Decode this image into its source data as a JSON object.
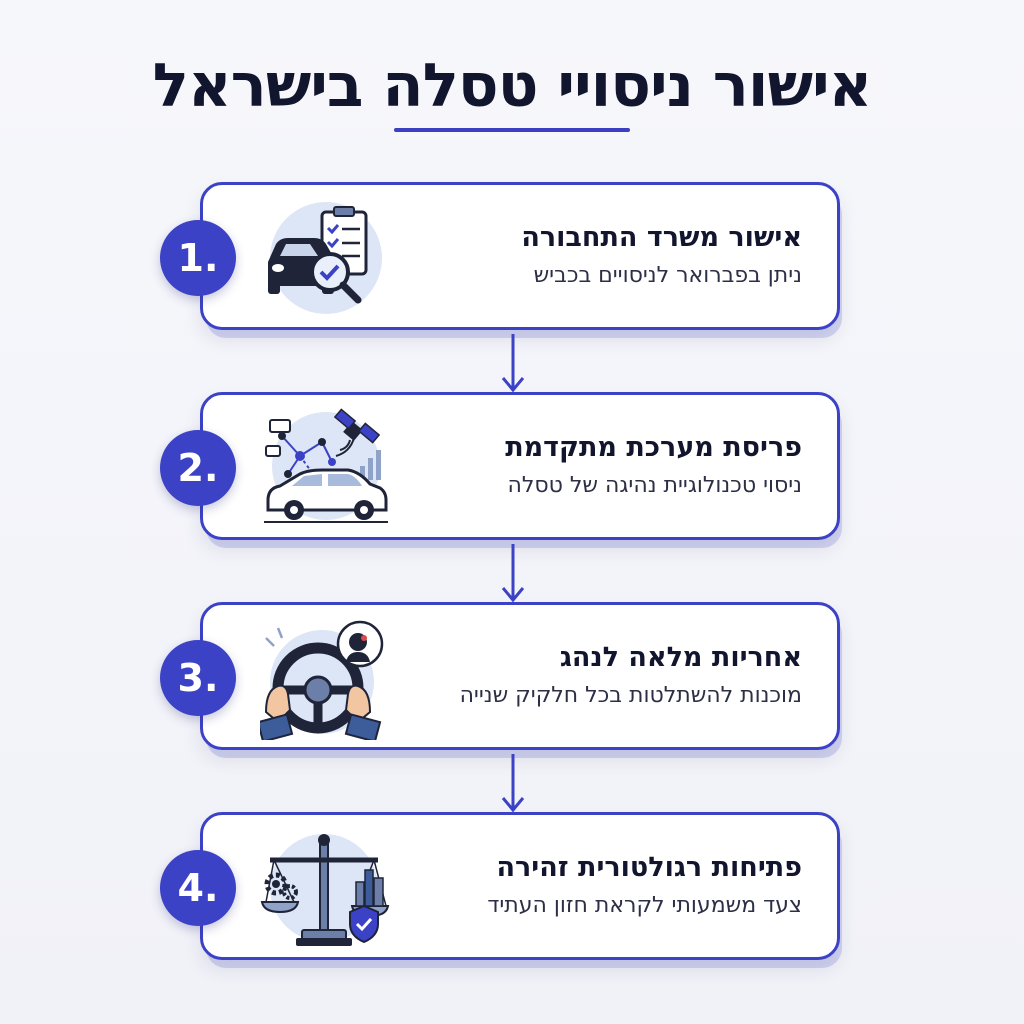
{
  "title": "אישור ניסויי טסלה בישראל",
  "colors": {
    "accent": "#3c42c6",
    "dark": "#12152e",
    "icon_bg": "#dde6f6"
  },
  "steps": [
    {
      "number": "1.",
      "heading": "אישור משרד התחבורה",
      "subtext": "ניתן בפברואר לניסויים בכביש",
      "icon": "car-inspection-icon"
    },
    {
      "number": "2.",
      "heading": "פריסת מערכת מתקדמת",
      "subtext": "ניסוי טכנולוגיית נהיגה של טסלה",
      "icon": "connected-car-satellite-icon"
    },
    {
      "number": "3.",
      "heading": "אחריות מלאה לנהג",
      "subtext": "מוכנות להשתלטות בכל חלקיק שנייה",
      "icon": "steering-wheel-hands-icon"
    },
    {
      "number": "4.",
      "heading": "פתיחות רגולטורית זהירה",
      "subtext": "צעד משמעותי לקראת חזון העתיד",
      "icon": "balance-scale-icon"
    }
  ]
}
